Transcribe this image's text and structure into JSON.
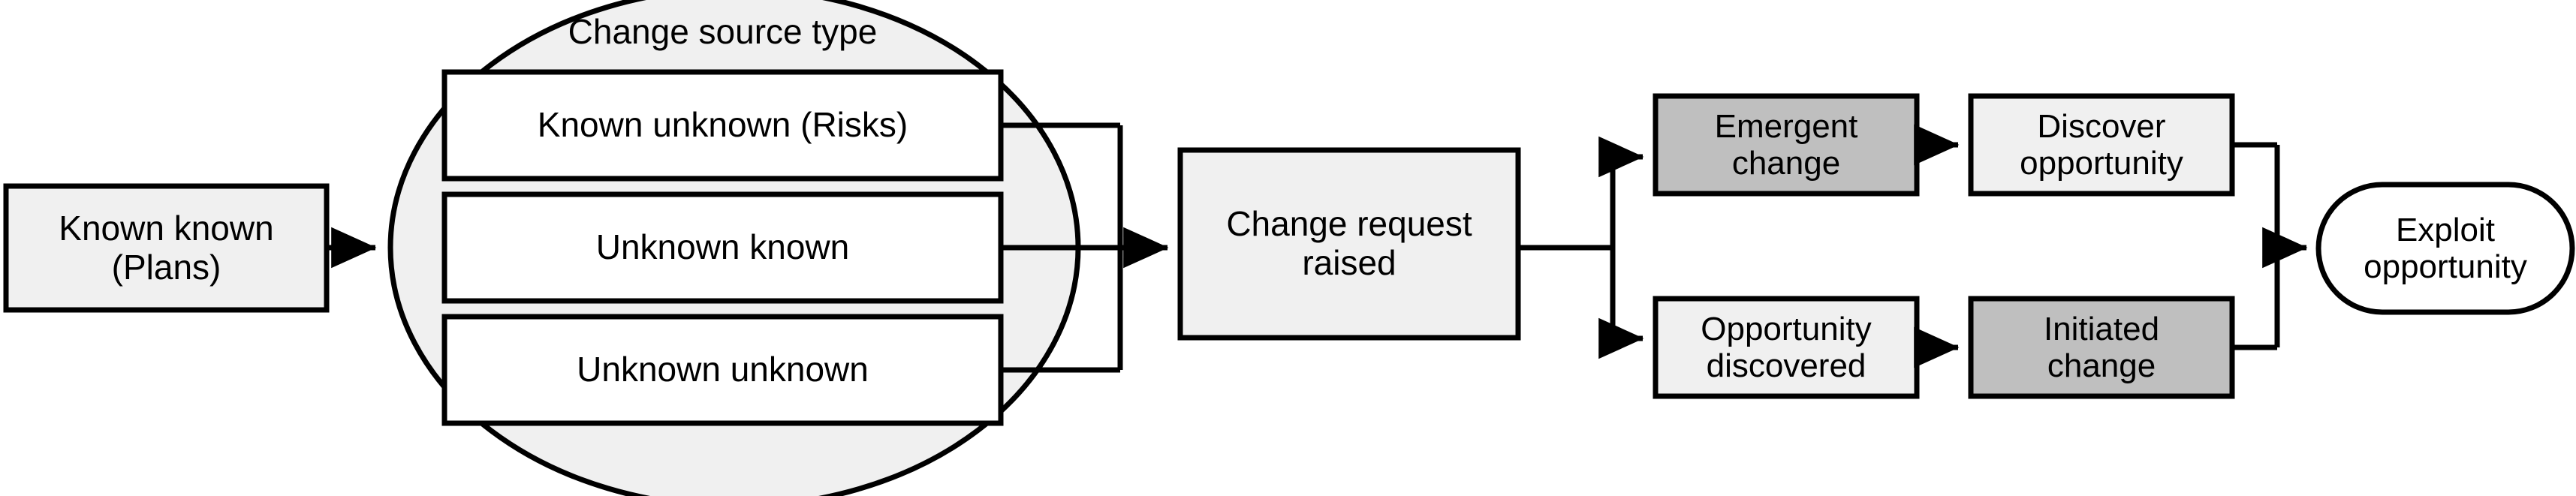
{
  "diagram": {
    "title": "Change source type",
    "palette": {
      "light_fill": "#f0f0f0",
      "dark_fill": "#bfbfbf",
      "white_fill": "#ffffff",
      "stroke": "#000000",
      "background": "#ffffff"
    },
    "nodes": {
      "known_known": {
        "label": "Known known\n(Plans)",
        "shape": "rectangle",
        "fill": "#f0f0f0"
      },
      "group_oval": {
        "label": "Change source type",
        "shape": "ellipse",
        "fill": "#f0f0f0"
      },
      "known_unknown": {
        "label": "Known unknown (Risks)",
        "shape": "rectangle",
        "fill": "#ffffff"
      },
      "unknown_known": {
        "label": "Unknown known",
        "shape": "rectangle",
        "fill": "#ffffff"
      },
      "unknown_unknown": {
        "label": "Unknown unknown",
        "shape": "rectangle",
        "fill": "#ffffff"
      },
      "change_request": {
        "label": "Change request\nraised",
        "shape": "rectangle",
        "fill": "#f0f0f0"
      },
      "emergent_change": {
        "label": "Emergent\nchange",
        "shape": "rectangle",
        "fill": "#bfbfbf"
      },
      "discover_opportunity": {
        "label": "Discover\nopportunity",
        "shape": "rectangle",
        "fill": "#f0f0f0"
      },
      "opportunity_discovered": {
        "label": "Opportunity\ndiscovered",
        "shape": "rectangle",
        "fill": "#f0f0f0"
      },
      "initiated_change": {
        "label": "Initiated\nchange",
        "shape": "rectangle",
        "fill": "#bfbfbf"
      },
      "exploit_opportunity": {
        "label": "Exploit\nopportunity",
        "shape": "stadium",
        "fill": "#ffffff"
      }
    },
    "edges": [
      {
        "from": "known_known",
        "to": "group_oval",
        "arrow": true
      },
      {
        "from": "known_unknown",
        "to": "change_request",
        "arrow": true
      },
      {
        "from": "unknown_known",
        "to": "change_request",
        "arrow": true
      },
      {
        "from": "unknown_unknown",
        "to": "change_request",
        "arrow": true
      },
      {
        "from": "change_request",
        "to": "emergent_change",
        "arrow": true
      },
      {
        "from": "change_request",
        "to": "opportunity_discovered",
        "arrow": true
      },
      {
        "from": "emergent_change",
        "to": "discover_opportunity",
        "arrow": true
      },
      {
        "from": "opportunity_discovered",
        "to": "initiated_change",
        "arrow": true
      },
      {
        "from": "discover_opportunity",
        "to": "exploit_opportunity",
        "arrow": true
      },
      {
        "from": "initiated_change",
        "to": "exploit_opportunity",
        "arrow": true
      }
    ]
  }
}
